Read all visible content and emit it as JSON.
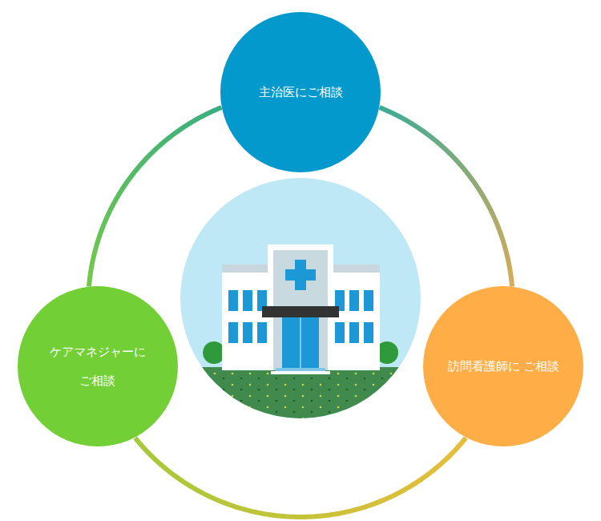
{
  "diagram": {
    "nodes": [
      {
        "text": [
          "主治医にご相談"
        ]
      },
      {
        "text": [
          "ケアマネジャーに ご相談"
        ]
      },
      {
        "text": [
          "訪問看護師に ご相談"
        ]
      }
    ],
    "edges": [
      {
        "from": 0,
        "to": 2,
        "arrow": "none"
      },
      {
        "from": 2,
        "to": 1,
        "arrow": "none"
      },
      {
        "from": 1,
        "to": 0,
        "arrow": "none"
      }
    ]
  }
}
